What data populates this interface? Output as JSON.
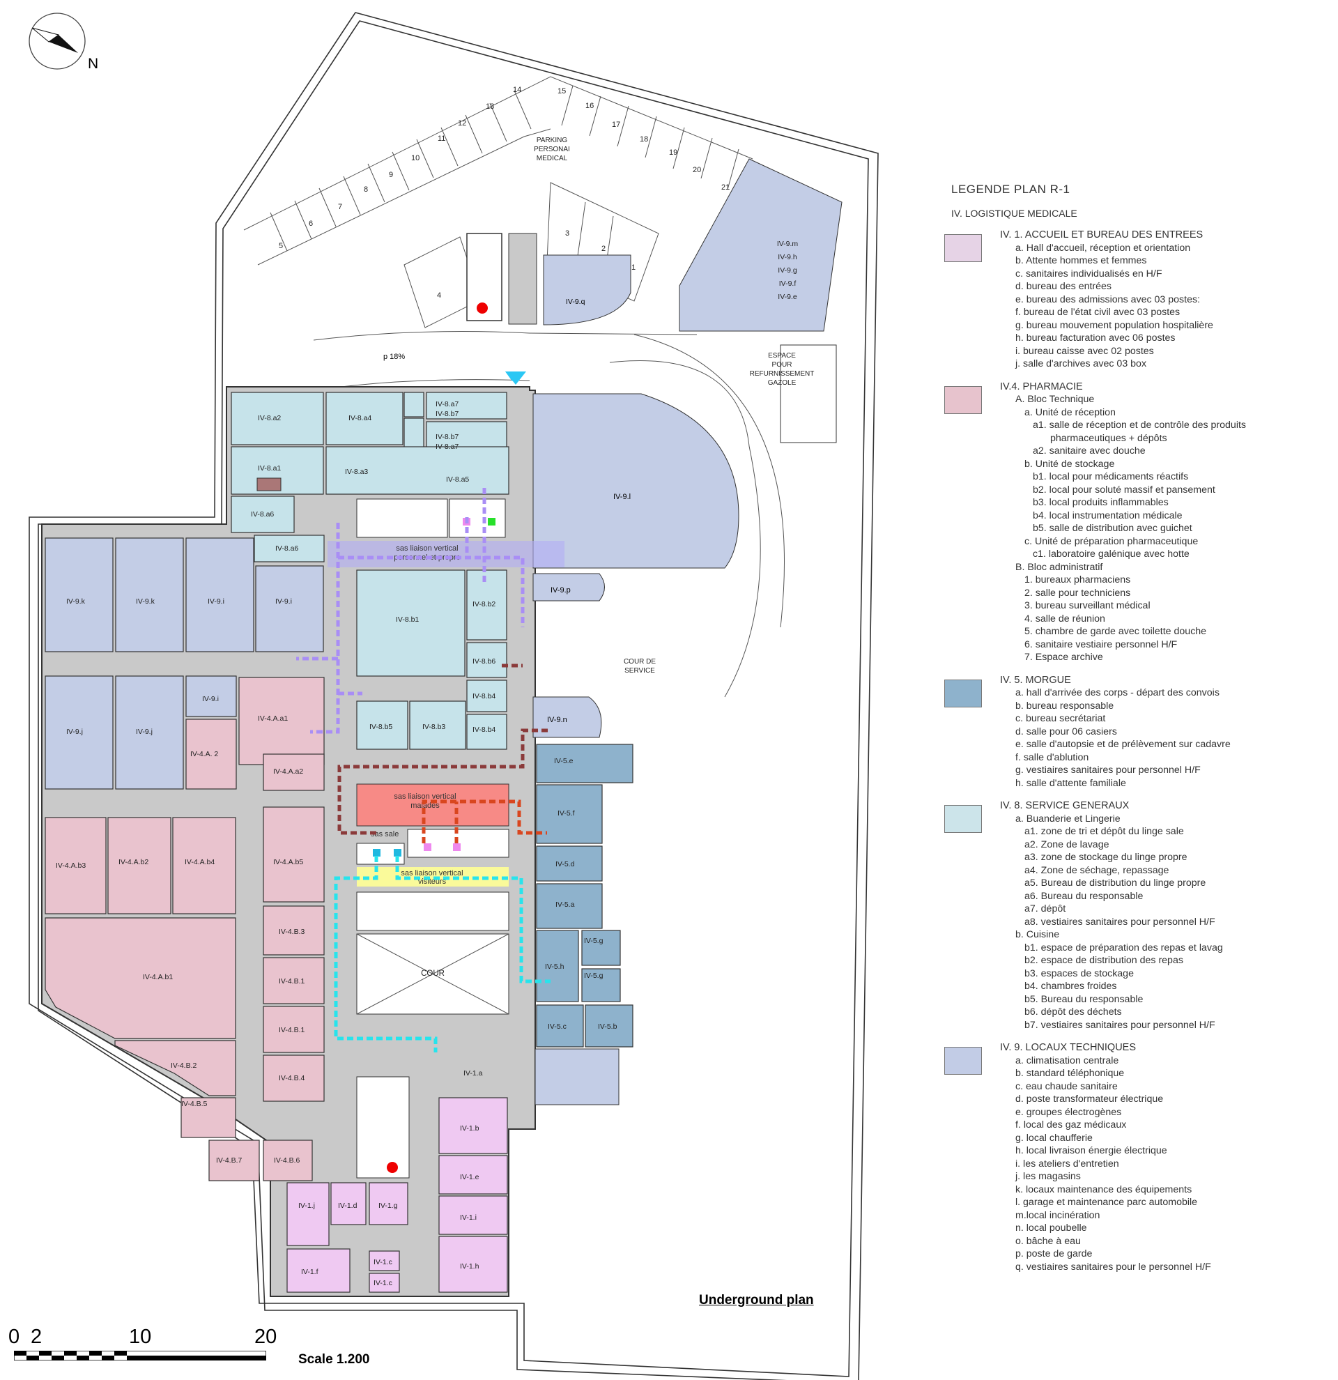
{
  "north_label": "N",
  "drawing_title": "Underground plan",
  "scale": {
    "label": "Scale 1.200",
    "ticks": [
      "0",
      "2",
      "10",
      "20"
    ]
  },
  "parking": {
    "label_lines": [
      "PARKING",
      "PERSONAI",
      "MEDICAL"
    ],
    "slots": [
      "1",
      "2",
      "3",
      "4",
      "5",
      "6",
      "7",
      "8",
      "9",
      "10",
      "11",
      "12",
      "13",
      "14",
      "15",
      "16",
      "17",
      "18",
      "19",
      "20",
      "21"
    ]
  },
  "site_labels": {
    "slope": "p 18%",
    "fuel_lines": [
      "ESPACE",
      "POUR",
      "REFURNISSEMENT",
      "GAZOLE"
    ],
    "service_yard_lines": [
      "COUR DE",
      "SERVICE"
    ],
    "courtyard": "COUR",
    "sas_staff_lines": [
      "sas liaison vertical",
      "personnel et propre"
    ],
    "sas_patients_lines": [
      "sas liaison vertical",
      "malades"
    ],
    "sas_dirty": "sas sale",
    "sas_visitors_lines": [
      "sas liaison vertical",
      "visiteurs"
    ],
    "tech_stack": [
      "IV-9.m",
      "IV-9.h",
      "IV-9.g",
      "IV-9.f",
      "IV-9.e"
    ]
  },
  "rooms": {
    "r8a2": "IV-8.a2",
    "r8a4": "IV-8.a4",
    "r8a7a": "IV-8.a7",
    "r8b7a": "IV-8.b7",
    "r8b7b": "IV-8.b7",
    "r8a7b": "IV-8.a7",
    "r8a1": "IV-8.a1",
    "r8a3": "IV-8.a3",
    "r8a5": "IV-8.a5",
    "r8a6a": "IV-8.a6",
    "r8a6b": "IV-8.a6",
    "r8b1": "IV-8.b1",
    "r8b2": "IV-8.b2",
    "r8b6": "IV-8.b6",
    "r8b4a": "IV-8.b4",
    "r8b4b": "IV-8.b4",
    "r8b5": "IV-8.b5",
    "r8b3": "IV-8.b3",
    "r9q": "IV-9.q",
    "r9l": "IV-9.l",
    "r9p": "IV-9.p",
    "r9n": "IV-9.n",
    "r9k1": "IV-9.k",
    "r9k2": "IV-9.k",
    "r9i1": "IV-9.i",
    "r9i2": "IV-9.i",
    "r9i3": "IV-9.i",
    "r9j1": "IV-9.j",
    "r9j2": "IV-9.j",
    "r4Aa1": "IV-4.A.a1",
    "r4A2": "IV-4.A.  2",
    "r4Aa2": "IV-4.A.a2",
    "r4Ab3": "IV-4.A.b3",
    "r4Ab2": "IV-4.A.b2",
    "r4Ab4": "IV-4.A.b4",
    "r4Ab5": "IV-4.A.b5",
    "r4Ab1": "IV-4.A.b1",
    "r4B3": "IV-4.B.3",
    "r4B1a": "IV-4.B.1",
    "r4B1b": "IV-4.B.1",
    "r4B4": "IV-4.B.4",
    "r4B2": "IV-4.B.2",
    "r4B5": "IV-4.B.5",
    "r4B7": "IV-4.B.7",
    "r4B6": "IV-4.B.6",
    "r5e": "IV-5.e",
    "r5f": "IV-5.f",
    "r5d": "IV-5.d",
    "r5a": "IV-5.a",
    "r5h": "IV-5.h",
    "r5g": "IV-5.g",
    "r5g2": "IV-5.g",
    "r5c": "IV-5.c",
    "r5b": "IV-5.b",
    "r1a": "IV-1.a",
    "r1b": "IV-1.b",
    "r1e": "IV-1.e",
    "r1i": "IV-1.i",
    "r1h": "IV-1.h",
    "r1j": "IV-1.j",
    "r1d": "IV-1.d",
    "r1g": "IV-1.g",
    "r1f": "IV-1.f",
    "r1c1": "IV-1.c",
    "r1c2": "IV-1.c"
  },
  "legend": {
    "title": "LEGENDE PLAN R-1",
    "subtitle": "IV. LOGISTIQUE MEDICALE",
    "s1": {
      "color": "#e6d3e6",
      "head": "IV. 1.  ACCUEIL ET BUREAU DES ENTREES",
      "items": [
        "a. Hall d'accueil, réception et orientation",
        "b. Attente hommes et femmes",
        "c. sanitaires individualisés en H/F",
        "d. bureau des entrées",
        "e. bureau des admissions avec 03 postes:",
        "f.  bureau de l'état civil avec 03  postes",
        "g. bureau mouvement population hospitalière",
        "h. bureau facturation avec 06 postes",
        "i.  bureau caisse avec 02 postes",
        "j.  salle d'archives avec 03 box"
      ]
    },
    "s4": {
      "color": "#e7c3cd",
      "head": "IV.4.  PHARMACIE",
      "items": [
        "A. Bloc Technique",
        "a. Unité de réception",
        "a1. salle de réception et de contrôle des produits",
        "pharmaceutiques + dépôts",
        "a2. sanitaire avec douche",
        "b. Unité de stockage",
        "b1. local pour médicaments réactifs",
        "b2. local pour soluté massif et pansement",
        "b3. local produits inflammables",
        "b4. local instrumentation médicale",
        "b5. salle de distribution avec guichet",
        "c. Unité de préparation pharmaceutique",
        "c1. laboratoire galénique avec hotte",
        "B. Bloc administratif",
        "1. bureaux pharmaciens",
        "2. salle pour techniciens",
        "3. bureau surveillant médical",
        "4. salle de réunion",
        "5. chambre de garde avec toilette douche",
        "6. sanitaire vestiaire personnel H/F",
        "7. Espace archive"
      ]
    },
    "s5": {
      "color": "#8eb2cc",
      "head": "IV. 5.  MORGUE",
      "items": [
        "a. hall d'arrivée des corps - départ des convois",
        "b. bureau responsable",
        "c. bureau secrétariat",
        "d. salle pour 06 casiers",
        "e. salle d'autopsie et de prélèvement sur cadavre",
        "f. salle d'ablution",
        "g. vestiaires sanitaires pour personnel H/F",
        "h. salle d'attente familiale"
      ]
    },
    "s8": {
      "color": "#cce4ea",
      "head": "IV. 8. SERVICE GENERAUX",
      "items": [
        "a.  Buanderie et Lingerie",
        "a1. zone de tri et dépôt du linge sale",
        "a2. Zone de lavage",
        "a3. zone de stockage du linge propre",
        "a4. Zone de séchage, repassage",
        "a5. Bureau de distribution du linge propre",
        "a6. Bureau du responsable",
        "a7. dépôt",
        "a8. vestiaires sanitaires pour personnel H/F",
        "b.  Cuisine",
        "b1. espace de préparation des repas et lavag",
        "b2. espace de distribution des repas",
        "b3. espaces de stockage",
        "b4. chambres froides",
        "b5. Bureau du responsable",
        "b6. dépôt des déchets",
        "b7. vestiaires sanitaires pour personnel H/F"
      ]
    },
    "s9": {
      "color": "#c2cce6",
      "head": "IV. 9.  LOCAUX TECHNIQUES",
      "items": [
        "a. climatisation centrale",
        "b. standard téléphonique",
        "c. eau chaude sanitaire",
        "d. poste transformateur électrique",
        "e. groupes électrogènes",
        "f.  local des gaz médicaux",
        "g. local chaufferie",
        "h. local livraison énergie électrique",
        "i.  les ateliers d'entretien",
        "j.  les magasins",
        "k. locaux maintenance des équipements",
        "l.  garage et maintenance parc automobile",
        "m.local  incinération",
        "n. local poubelle",
        "o. bâche à eau",
        "p. poste de garde",
        "q. vestiaires sanitaires pour le personnel H/F"
      ]
    }
  },
  "colors": {
    "accueil": "#efc9f2",
    "pharmacie": "#e9c3ce",
    "morgue": "#8eb2cc",
    "services": "#c6e3ea",
    "technique": "#c3cde6",
    "corridor": "#c9c9c9",
    "staff_path": "#a98ef5",
    "patient_path": "#d9461f",
    "dirty_path": "#8b3a3a",
    "visitor_path": "#27e4ec",
    "sas_red": "#f78a86",
    "sas_yellow": "#fafa9a"
  }
}
